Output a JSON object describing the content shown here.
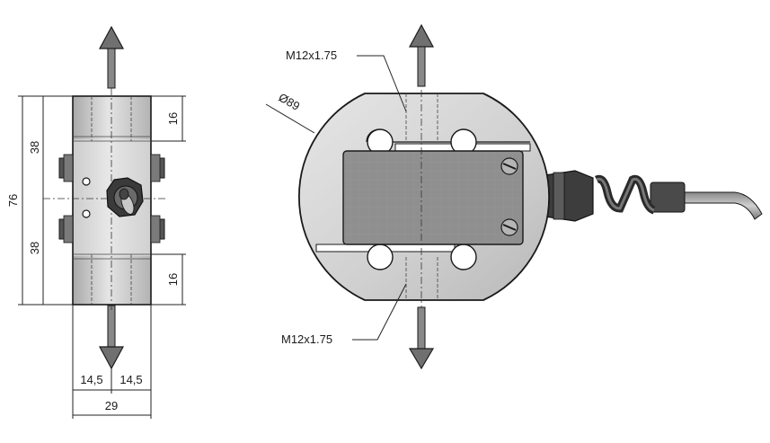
{
  "dimensions": {
    "height_total": "76",
    "height_half_upper": "38",
    "height_half_lower": "38",
    "thread_depth_upper": "16",
    "thread_depth_lower": "16",
    "width_half_left": "14,5",
    "width_half_right": "14,5",
    "width_total": "29",
    "diameter": "Ø89",
    "thread_upper": "M12x1.75",
    "thread_lower": "M12x1.75"
  },
  "icons": {
    "load_arrow_up": "arrow-up-icon",
    "load_arrow_down": "arrow-down-icon"
  },
  "colors": {
    "body_metal": "#c9c9c9",
    "label_plate": "#8f8f8f",
    "cable": "#555555",
    "outline": "#1a1a1a"
  }
}
